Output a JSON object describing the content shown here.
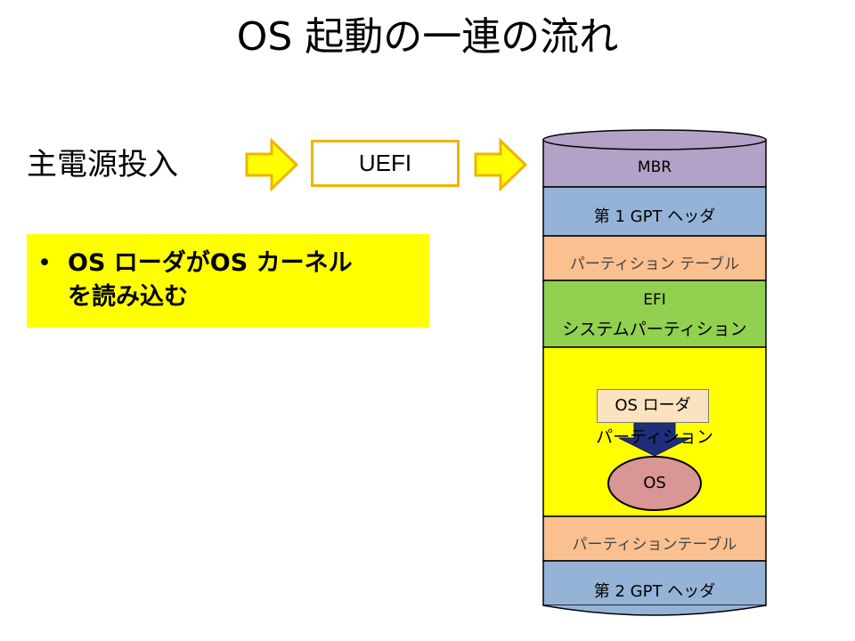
{
  "title": "OS 起動の一連の流れ",
  "flow": {
    "power_on": "主電源投入",
    "uefi": "UEFI"
  },
  "note": {
    "bullet": "•",
    "line1": "OS ローダがOS カーネル",
    "line2": "を読み込む"
  },
  "disk": {
    "segments": [
      {
        "label": "MBR",
        "color": "#b3a2c7"
      },
      {
        "label": "第 1 GPT ヘッダ",
        "color": "#95b3d7"
      },
      {
        "label": "パーティション テーブル",
        "color": "#fac090"
      },
      {
        "label_line1": "EFI",
        "label_line2": "システムパーティション",
        "color": "#92d050"
      },
      {
        "label": "パーティション",
        "color": "#ffff00"
      },
      {
        "label": "パーティションテーブル",
        "color": "#fac090"
      },
      {
        "label": "第 2 GPT ヘッダ",
        "color": "#95b3d7"
      }
    ],
    "os_loader": "OS ローダ",
    "os": "OS"
  },
  "colors": {
    "arrow_fill": "#ffff00",
    "arrow_stroke": "#f0b400",
    "down_arrow": "#1f2e7a",
    "os_ellipse": "#d99694"
  }
}
